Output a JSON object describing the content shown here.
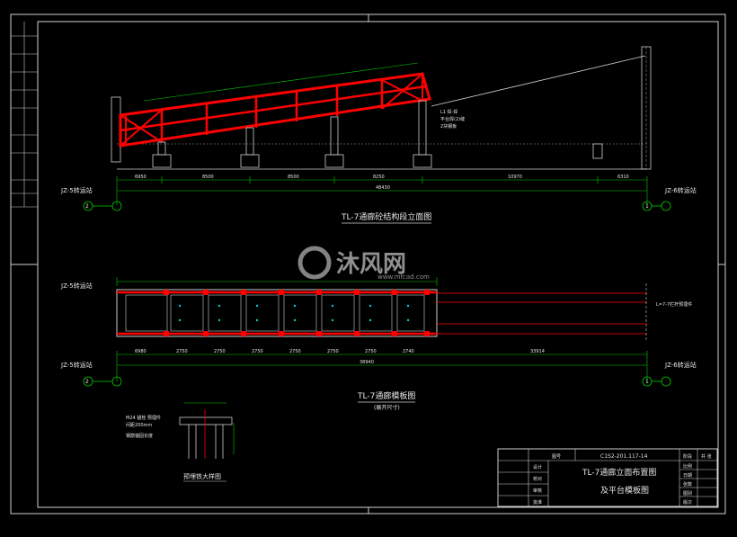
{
  "drawing": {
    "elevation_title": "TL-7通廊砼结构段立面图",
    "plan_title": "TL-7通廊模板图",
    "plan_subtitle": "(展开尺寸)",
    "detail_title": "预埋铁大样图",
    "left_station_top": "JZ-5转运站",
    "left_station_mid": "JZ-5转运站",
    "left_station_bot": "JZ-5转运站",
    "right_station_top": "JZ-6转运站",
    "right_station_bot": "JZ-6转运站",
    "axis_left": "2",
    "axis_right": "1",
    "overall_dim_top": "48430",
    "overall_dim_bottom": "38940",
    "total_right_dim": "33914",
    "span_dims_top": [
      "6950",
      "8500",
      "8500",
      "8250",
      "10970",
      "6310"
    ],
    "span_dims_plan": [
      "6980",
      "2750",
      "2750",
      "2750",
      "2750",
      "2750",
      "2750",
      "2740"
    ],
    "note_l1": "L1  焊-焊",
    "note_l2": "平台焊(2)缝",
    "note_l3": "2块钢板",
    "plan_note": "L=7-7栏杆预埋件",
    "detail_note_1": "M24 锚栓 预埋件",
    "detail_note_2": "间距200mm",
    "detail_note_3": "钢筋锚固长度",
    "watermark_cn": "沐风网",
    "watermark_url": "www.mfcad.com"
  },
  "title_block": {
    "drawing_no_label": "图号",
    "drawing_no": "C1S2-201.117-14",
    "title_line1": "TL-7通廊立面布置图",
    "title_line2": "及平台模板图",
    "row_labels": [
      "设计",
      "校对",
      "审核",
      "批准"
    ],
    "right_labels": [
      "比例",
      "日期",
      "张数",
      "图别",
      "版次"
    ],
    "top_right_labels": [
      "阶段",
      "共 张"
    ]
  },
  "colors": {
    "frame": "#e6e6e6",
    "structure": "#ff0000",
    "dim": "#00cc00",
    "cyan": "#00cccc",
    "magenta": "#cc33cc"
  }
}
